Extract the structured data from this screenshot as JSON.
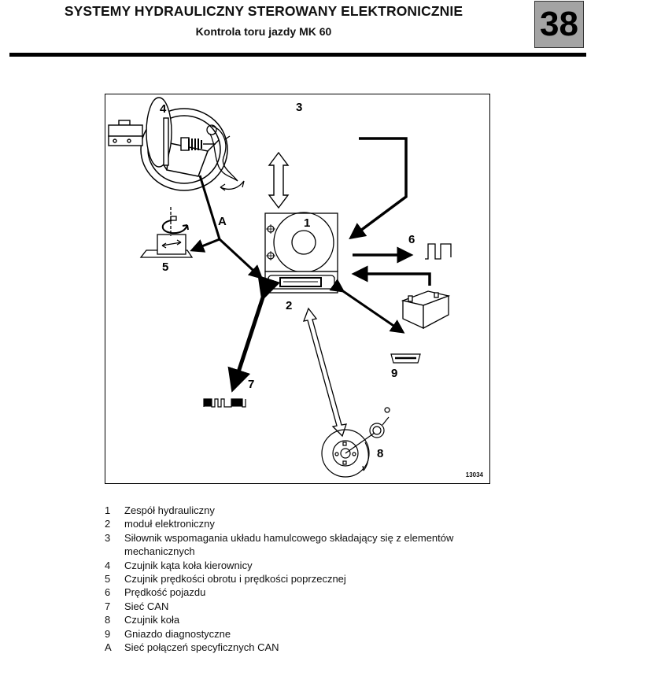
{
  "header": {
    "title": "SYSTEMY HYDRAULICZNY STEROWANY ELEKTRONICZNIE",
    "subtitle": "Kontrola toru jazdy MK 60",
    "chapter_number": "38"
  },
  "figure": {
    "reference": "13034",
    "callouts": {
      "c1": "1",
      "c2": "2",
      "c3": "3",
      "c4": "4",
      "c5": "5",
      "c6": "6",
      "c7": "7",
      "c8": "8",
      "c9": "9",
      "cA": "A"
    },
    "icons": [
      "steering-wheel-icon",
      "brake-booster-icon",
      "brake-pedal-icon",
      "hydraulic-unit-icon",
      "ecu-connector-icon",
      "yaw-sensor-icon",
      "speed-pulse-icon",
      "battery-icon",
      "diagnostic-socket-icon",
      "can-signal-icon",
      "wheel-sensor-icon"
    ]
  },
  "legend": [
    {
      "key": "1",
      "text": "Zespół hydrauliczny"
    },
    {
      "key": "2",
      "text": "moduł elektroniczny"
    },
    {
      "key": "3",
      "text": "Siłownik wspomagania układu hamulcowego składający się z elementów mechanicznych"
    },
    {
      "key": "4",
      "text": "Czujnik kąta koła kierownicy"
    },
    {
      "key": "5",
      "text": "Czujnik prędkości obrotu i prędkości poprzecznej"
    },
    {
      "key": "6",
      "text": "Prędkość pojazdu"
    },
    {
      "key": "7",
      "text": "Sieć CAN"
    },
    {
      "key": "8",
      "text": "Czujnik koła"
    },
    {
      "key": "9",
      "text": "Gniazdo diagnostyczne"
    },
    {
      "key": "A",
      "text": "Sieć połączeń specyficznych CAN"
    }
  ]
}
